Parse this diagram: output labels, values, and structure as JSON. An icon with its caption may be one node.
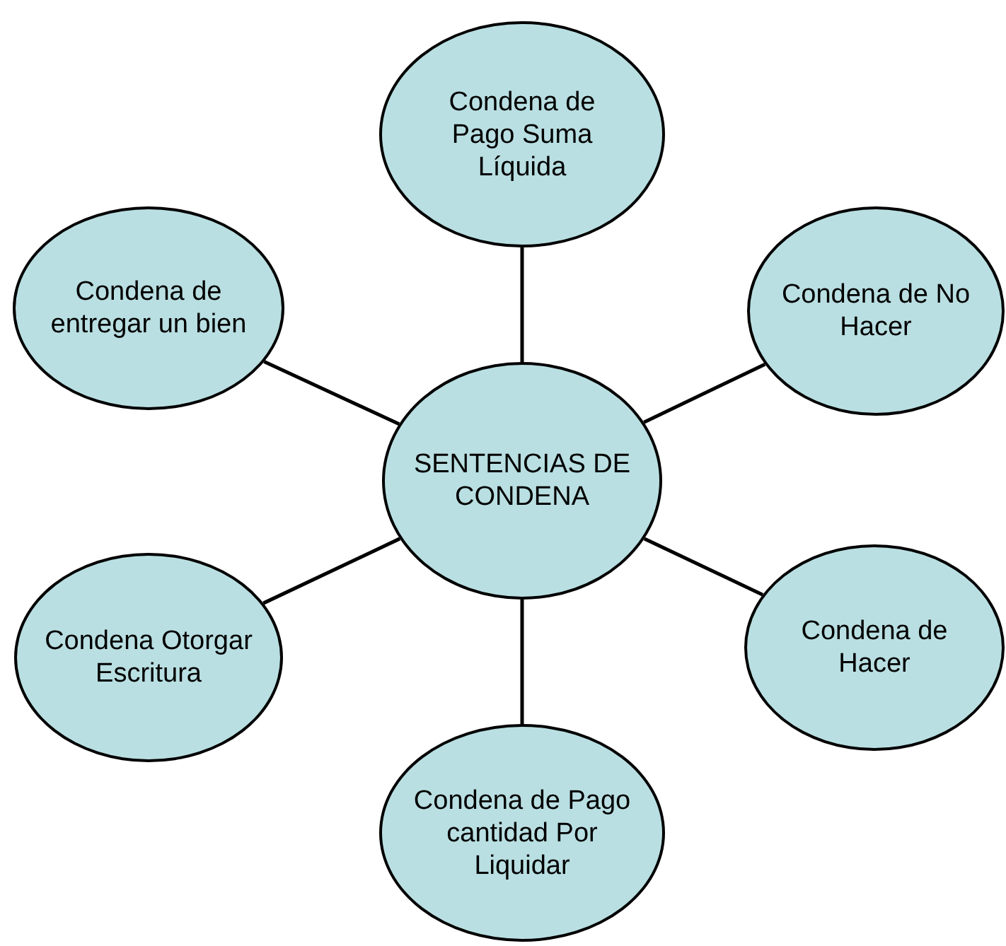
{
  "diagram": {
    "nodes": [
      {
        "text": [
          "Condena de Pago Suma Líquida"
        ]
      },
      {
        "text": [
          "Condena de entregar un bien"
        ]
      },
      {
        "text": [
          "Condena de No Hacer"
        ]
      },
      {
        "text": [
          "SENTENCIAS DE CONDENA"
        ]
      },
      {
        "text": [
          "Condena Otorgar Escritura"
        ]
      },
      {
        "text": [
          "Condena de Hacer"
        ]
      },
      {
        "text": [
          "Condena de Pago cantidad Por Liquidar"
        ]
      }
    ],
    "edges": [
      {
        "from": 3,
        "to": 0,
        "arrow": "none"
      },
      {
        "from": 3,
        "to": 1,
        "arrow": "none"
      },
      {
        "from": 3,
        "to": 2,
        "arrow": "none"
      },
      {
        "from": 3,
        "to": 4,
        "arrow": "none"
      },
      {
        "from": 3,
        "to": 5,
        "arrow": "none"
      },
      {
        "from": 3,
        "to": 6,
        "arrow": "none"
      }
    ]
  }
}
